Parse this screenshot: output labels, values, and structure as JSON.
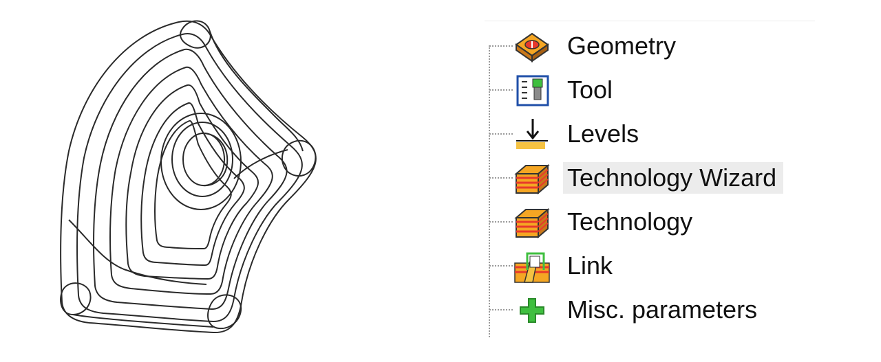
{
  "tree": {
    "items": [
      {
        "label": "Geometry",
        "icon": "geometry-icon"
      },
      {
        "label": "Tool",
        "icon": "tool-icon"
      },
      {
        "label": "Levels",
        "icon": "levels-icon"
      },
      {
        "label": "Technology Wizard",
        "icon": "technology-wizard-icon",
        "selected": true
      },
      {
        "label": "Technology",
        "icon": "technology-icon"
      },
      {
        "label": "Link",
        "icon": "link-icon"
      },
      {
        "label": "Misc. parameters",
        "icon": "misc-parameters-icon"
      }
    ]
  },
  "colors": {
    "selection": "#ececec",
    "connector": "#9a9a9a",
    "toolpath_stroke": "#2a2a2a",
    "icon_orange": "#f5a623",
    "icon_red": "#e8392b",
    "icon_green": "#3fbf3f",
    "icon_blue": "#1f4fa8"
  }
}
